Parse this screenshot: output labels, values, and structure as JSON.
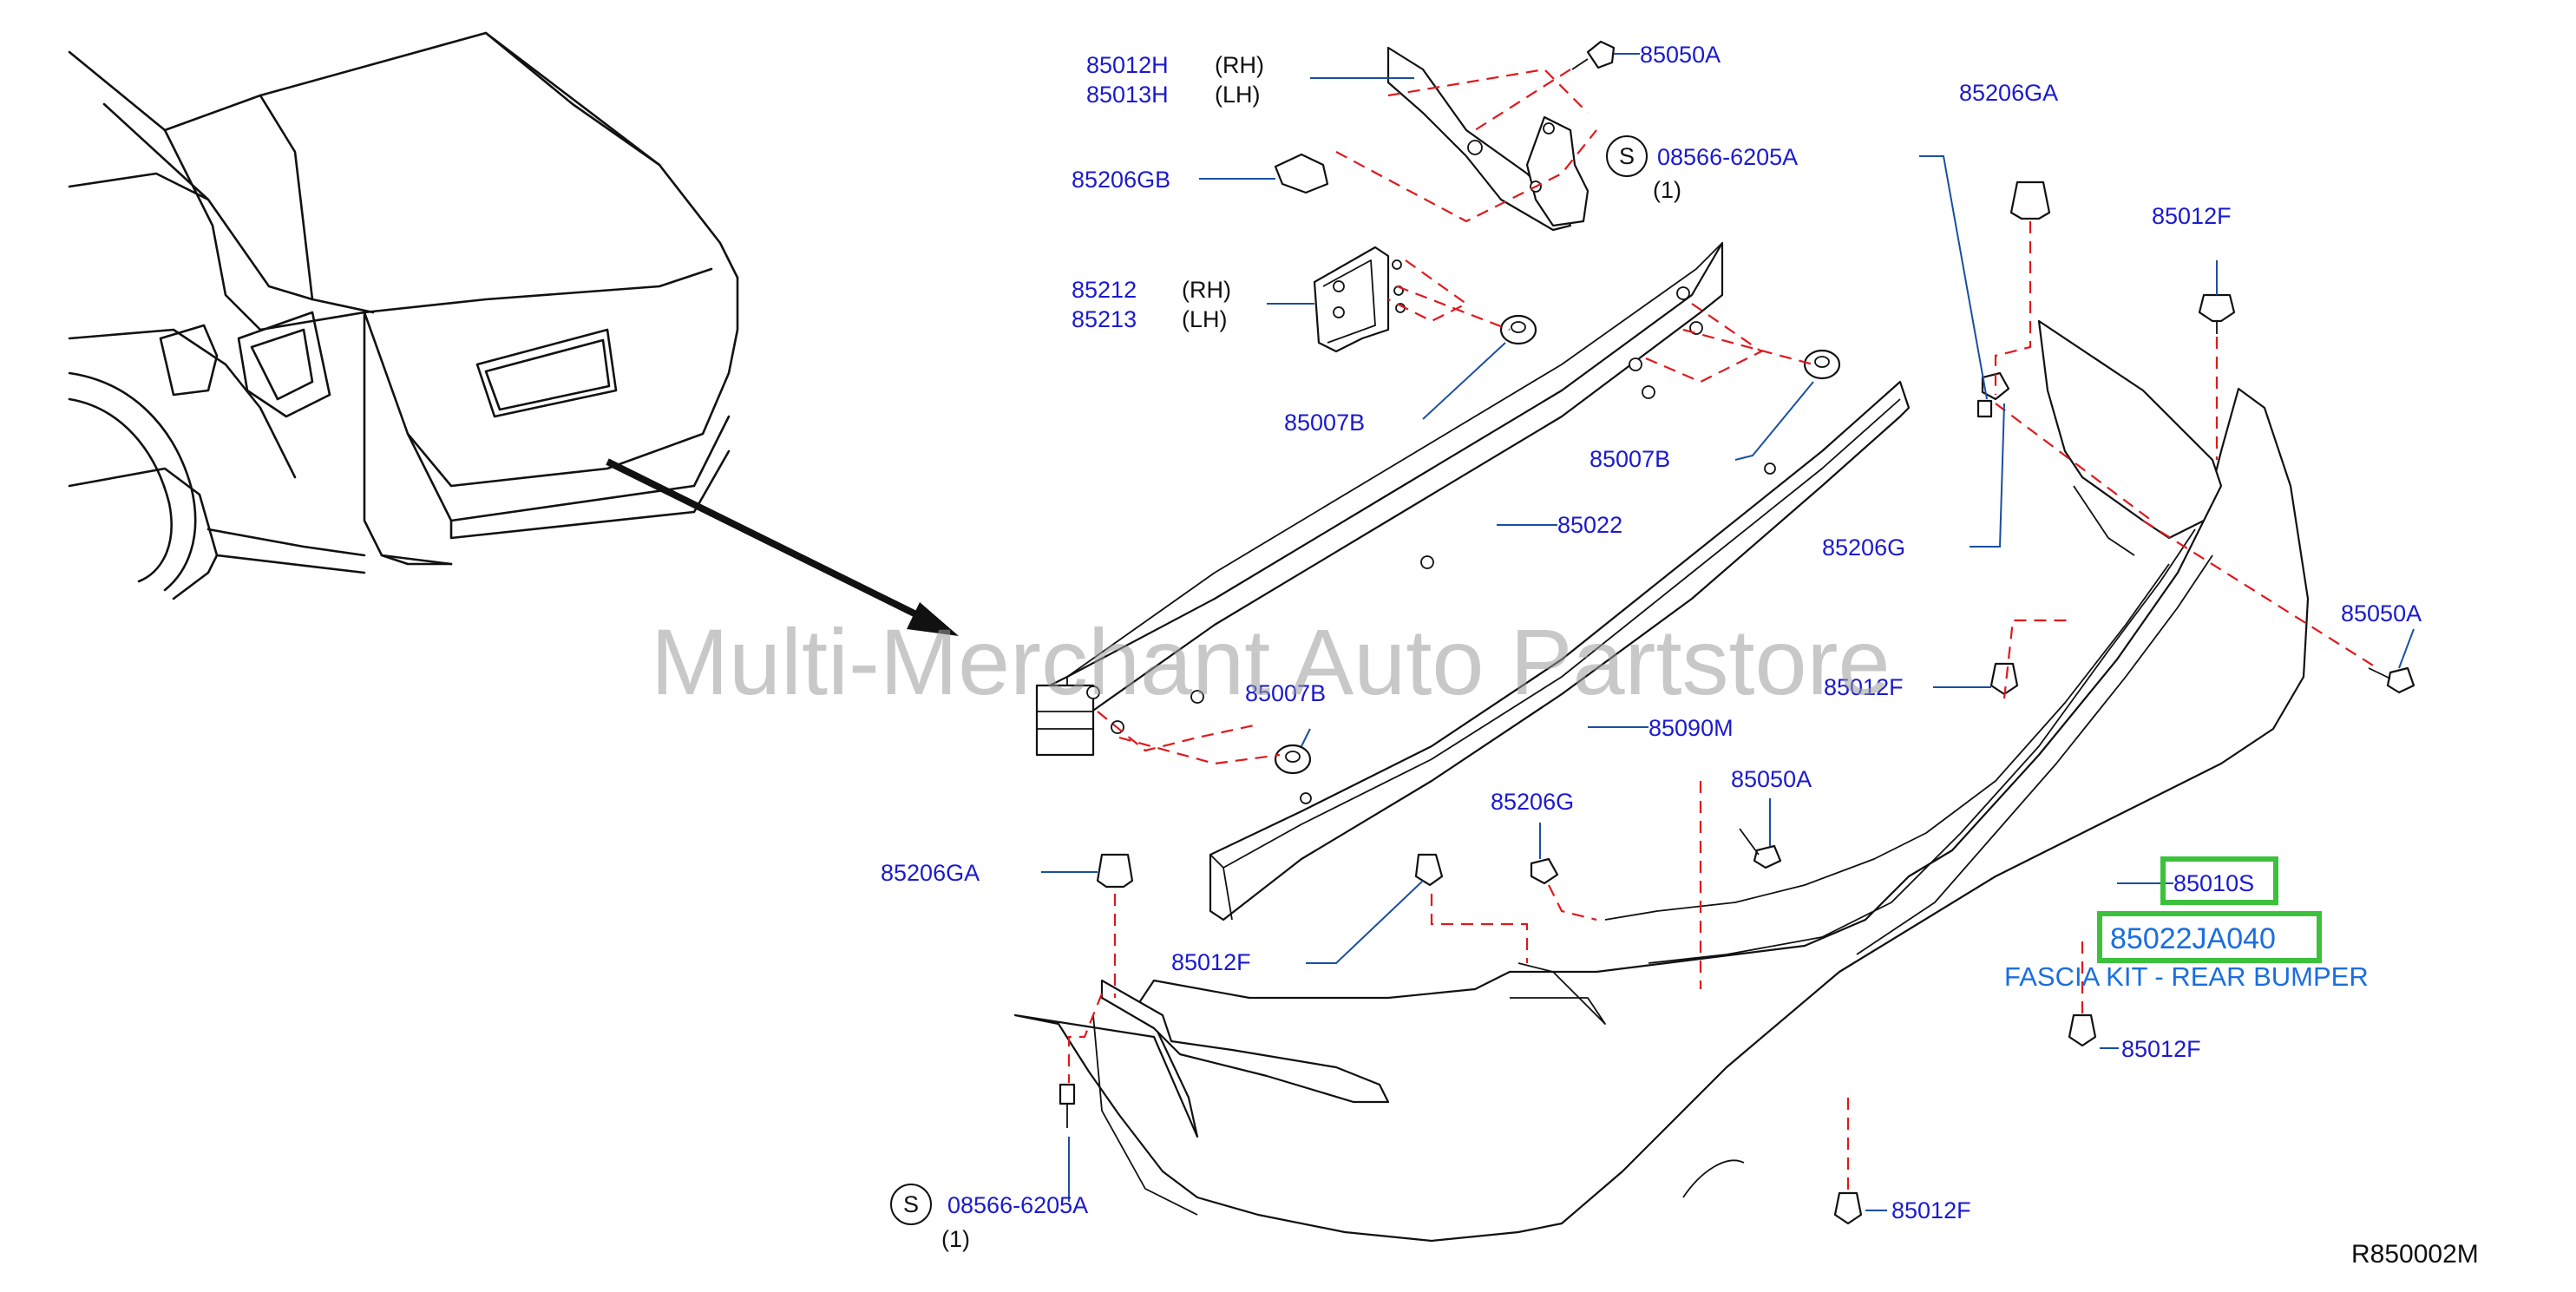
{
  "watermark": "Multi-Merchant Auto Partstore",
  "diagram_code": "R850002M",
  "callouts": {
    "p85012H": "85012H",
    "p85013H": "85013H",
    "rh1": "(RH)",
    "lh1": "(LH)",
    "p85050A_top": "85050A",
    "s_symbol": "S",
    "p08566_top": "08566-6205A",
    "qty_top": "(1)",
    "p85206GB": "85206GB",
    "p85212": "85212",
    "p85213": "85213",
    "rh2": "(RH)",
    "lh2": "(LH)",
    "p85007B_a": "85007B",
    "p85007B_b": "85007B",
    "p85007B_c": "85007B",
    "p85022": "85022",
    "p85090M": "85090M",
    "p85206GA_top": "85206GA",
    "p85012F_topright": "85012F",
    "p85206G_right": "85206G",
    "p85050A_right": "85050A",
    "p85012F_mid": "85012F",
    "p85050A_center": "85050A",
    "p85206G_center": "85206G",
    "p85206GA_left": "85206GA",
    "p85012F_left": "85012F",
    "p85010S": "85010S",
    "p85022JA040": "85022JA040",
    "fascia_kit": "FASCIA KIT - REAR BUMPER",
    "p85012F_lowright": "85012F",
    "s_symbol_bottom": "S",
    "p08566_bottom": "08566-6205A",
    "qty_bottom": "(1)",
    "p85012F_bottom": "85012F"
  },
  "colors": {
    "label_blue": "#1a1ad0",
    "leader_blue": "#1a4fa0",
    "dash_red": "#e0181c",
    "highlight_green": "#3cc13c",
    "fascia_text_blue": "#1a6ee0"
  }
}
